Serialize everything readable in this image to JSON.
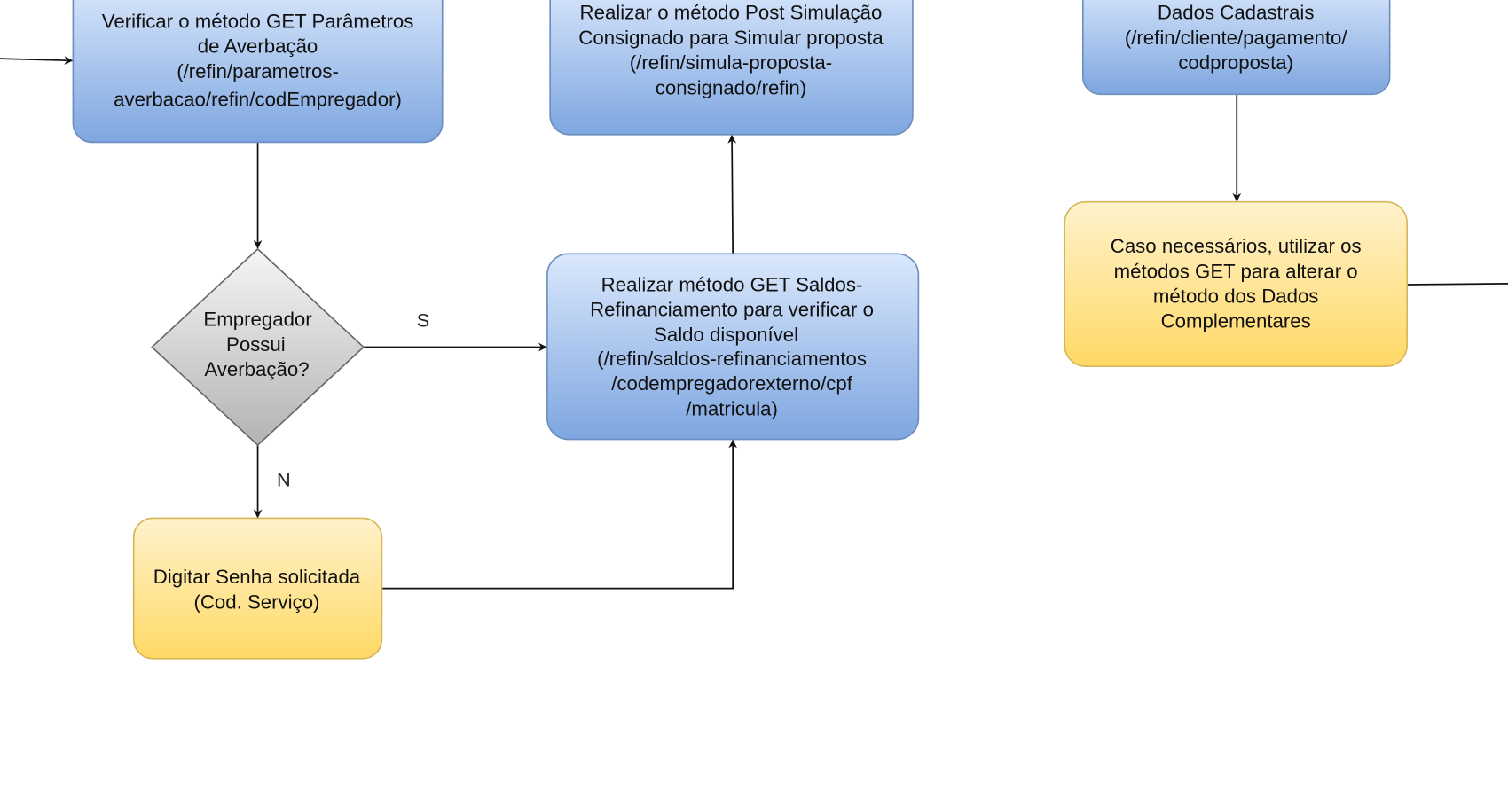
{
  "colors": {
    "blue_fill_top": "#dae8fc",
    "blue_fill_bottom": "#7ea6e0",
    "blue_stroke": "#6c8ebf",
    "yellow_fill_top": "#fff2cc",
    "yellow_fill_bottom": "#ffd966",
    "yellow_stroke": "#d6b656",
    "gray_fill_top": "#f5f5f5",
    "gray_fill_bottom": "#b3b3b3",
    "gray_stroke": "#666666"
  },
  "nodes": {
    "verificar": {
      "lines": [
        "Verificar o método GET Parâmetros",
        "de Averbação",
        "(/refin/parametros-",
        "averbacao/refin/codEmpregador)"
      ]
    },
    "simulacao": {
      "lines": [
        "Realizar o método Post Simulação",
        "Consignado para Simular proposta",
        "(/refin/simula-proposta-",
        "consignado/refin)"
      ]
    },
    "cadastrais": {
      "lines": [
        "Dados Cadastrais",
        "(/refin/cliente/pagamento/",
        "codproposta)"
      ]
    },
    "complementares": {
      "lines": [
        "Caso necessários, utilizar os",
        "métodos GET para alterar o",
        "método dos Dados",
        "Complementares"
      ]
    },
    "decisao": {
      "lines": [
        "Empregador",
        "Possui",
        "Averbação?"
      ]
    },
    "saldos": {
      "lines": [
        "Realizar método GET Saldos-",
        "Refinanciamento para verificar o",
        "Saldo disponível",
        "(/refin/saldos-refinanciamentos",
        "/codempregadorexterno/cpf",
        "/matricula)"
      ]
    },
    "senha": {
      "lines": [
        "Digitar Senha solicitada",
        "(Cod. Serviço)"
      ]
    }
  },
  "edge_labels": {
    "yes": "S",
    "no": "N"
  }
}
